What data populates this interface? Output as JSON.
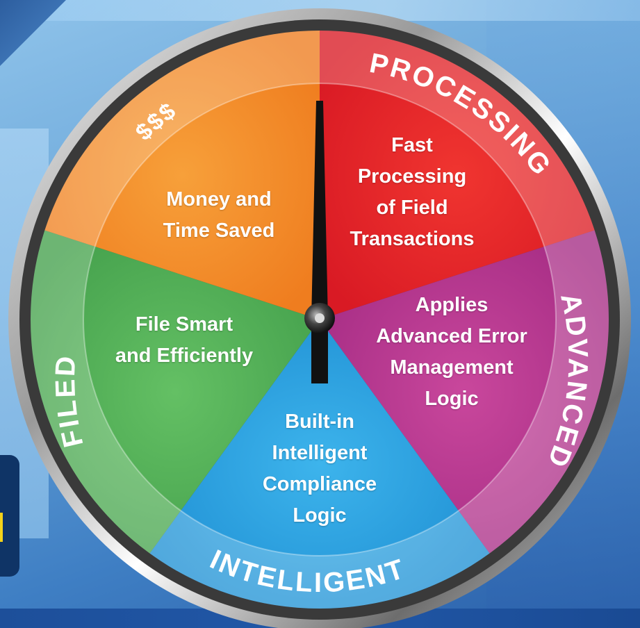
{
  "colors": {
    "orange": "#f28a24",
    "red": "#e8202a",
    "magenta": "#b8368f",
    "blue": "#2aa3e0",
    "green": "#55b45a",
    "needle": "#111111"
  },
  "rim_labels": {
    "top_left": "$$$",
    "top_right": "PROCESSING",
    "right": "ADVANCED",
    "bottom": "INTELLIGENT",
    "left": "FILED"
  },
  "segments": {
    "orange": "Money and\nTime Saved",
    "red": "Fast\nProcessing\nof Field\nTransactions",
    "magenta": "Applies\nAdvanced Error\nManagement\nLogic",
    "blue": "Built-in\nIntelligent\nCompliance\nLogic",
    "green": "File Smart\nand Efficiently"
  }
}
